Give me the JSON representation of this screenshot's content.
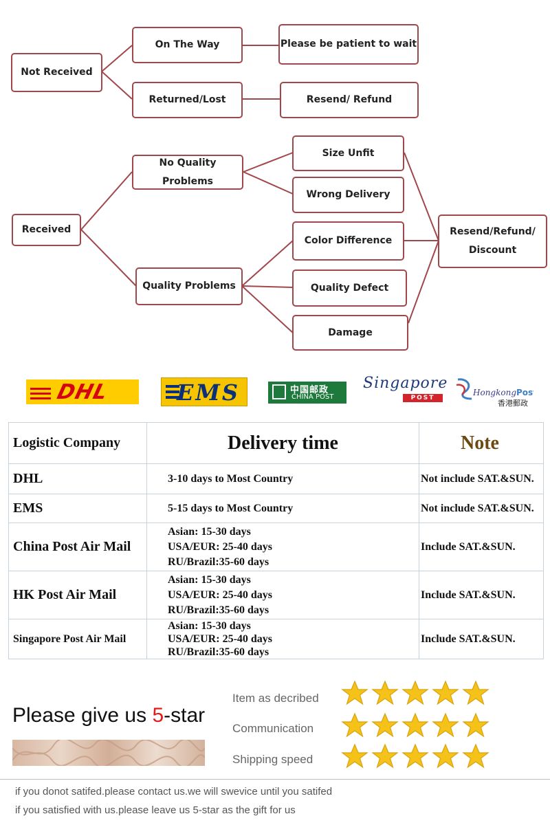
{
  "flow_not_received": {
    "root": "Not Received",
    "on_the_way": "On The Way",
    "patient": "Please be patient to wait",
    "returned_lost": "Returned/Lost",
    "resend_refund": "Resend/ Refund"
  },
  "flow_received": {
    "root": "Received",
    "no_quality": "No Quality Problems",
    "quality": "Quality Problems",
    "size_unfit": "Size Unfit",
    "wrong_delivery": "Wrong Delivery",
    "color_difference": "Color Difference",
    "quality_defect": "Quality Defect",
    "damage": "Damage",
    "outcome_line1": "Resend/Refund/",
    "outcome_line2": "Discount"
  },
  "logos": {
    "dhl": "DHL",
    "ems": "EMS",
    "china_post_cn": "中国邮政",
    "china_post_en": "CHINA POST",
    "singapore_script": "Singapore",
    "singapore_post": "POST",
    "hongkong_name": "Hongkong",
    "hongkong_post": "Post",
    "hongkong_cn": "香港郵政"
  },
  "table": {
    "headers": [
      "Logistic Company",
      "Delivery time",
      "Note"
    ],
    "rows": [
      {
        "company": "DHL",
        "time": [
          "3-10 days to Most Country"
        ],
        "note": "Not include SAT.&SUN."
      },
      {
        "company": "EMS",
        "time": [
          "5-15 days to Most Country"
        ],
        "note": "Not include SAT.&SUN."
      },
      {
        "company": "China Post Air Mail",
        "time": [
          "Asian: 15-30 days",
          "USA/EUR: 25-40 days",
          "RU/Brazil:35-60 days"
        ],
        "note": "Include SAT.&SUN."
      },
      {
        "company": "HK Post Air Mail",
        "time": [
          "Asian: 15-30 days",
          "USA/EUR: 25-40 days",
          "RU/Brazil:35-60 days"
        ],
        "note": "Include SAT.&SUN."
      },
      {
        "company": "Singapore Post Air Mail",
        "time": [
          "Asian: 15-30 days",
          "USA/EUR: 25-40 days",
          "RU/Brazil:35-60 days"
        ],
        "note": "Include SAT.&SUN."
      }
    ]
  },
  "rating": {
    "please_prefix": "Please give us ",
    "please_five": "5",
    "please_suffix": "-star",
    "items": [
      {
        "label": "Item as decribed",
        "stars": 5
      },
      {
        "label": "Communication",
        "stars": 5
      },
      {
        "label": "Shipping speed",
        "stars": 5
      }
    ],
    "star_color": "#f5c21a"
  },
  "footer": {
    "line1": "if you donot satifed.please contact us.we will swevice until you satifed",
    "line2": "if you satisfied with us.please leave us 5-star as the gift for us"
  }
}
